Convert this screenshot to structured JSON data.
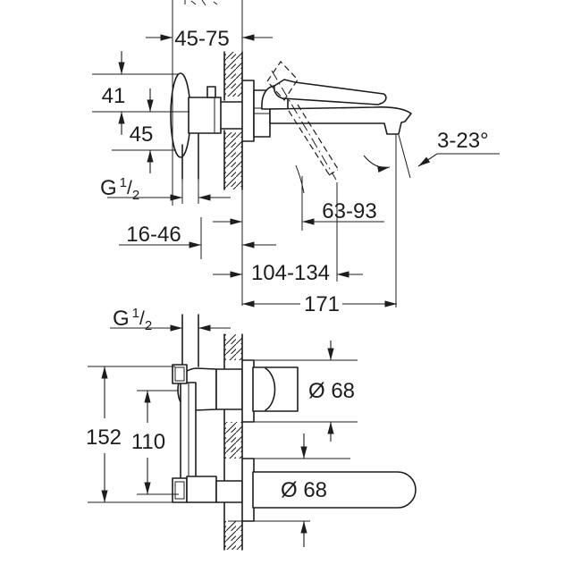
{
  "document": {
    "type": "technical-installation-drawing",
    "product": "wall-mounted single-lever basin mixer",
    "colors": {
      "background": "#ffffff",
      "line": "#1d1d1d"
    }
  },
  "labels": {
    "thread": {
      "prefix": "G",
      "sup": "1",
      "slash": "/",
      "sub": "2"
    },
    "top_view": {
      "depth_range": "45-75",
      "above_center": "41",
      "below_center": "45",
      "rear_clearance": "16-46",
      "lever_projection": "63-93",
      "lever_swing_projection": "104-134",
      "spout_projection": "171",
      "spout_angle_range": "3-23°"
    },
    "bottom_view": {
      "escutcheon_diameter": "Ø 68",
      "body_height": "152",
      "ports_distance": "110",
      "spout_escutcheon_diameter": "Ø 68"
    }
  }
}
